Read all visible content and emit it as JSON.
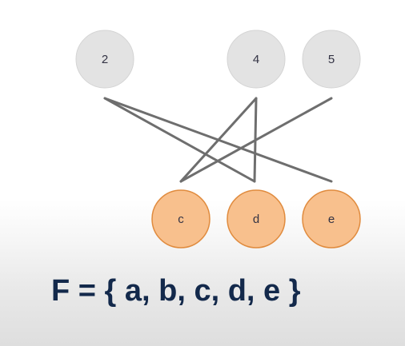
{
  "colors": {
    "top_node_fill": "#e3e3e3",
    "top_node_stroke": "#d4d4d4",
    "top_node_text": "#333344",
    "bottom_node_fill": "#f8c08d",
    "bottom_node_stroke": "#e08b3e",
    "bottom_node_text": "#333344",
    "edge": "#6e6e6e",
    "formula_text": "#13294b"
  },
  "diagram": {
    "top_nodes": [
      {
        "id": "n2",
        "label": "2"
      },
      {
        "id": "n4",
        "label": "4"
      },
      {
        "id": "n5",
        "label": "5"
      }
    ],
    "bottom_nodes": [
      {
        "id": "nc",
        "label": "c"
      },
      {
        "id": "nd",
        "label": "d"
      },
      {
        "id": "ne",
        "label": "e"
      }
    ],
    "edges": [
      {
        "from": "n2",
        "to": "nd"
      },
      {
        "from": "n2",
        "to": "ne"
      },
      {
        "from": "n4",
        "to": "nc"
      },
      {
        "from": "n4",
        "to": "nd"
      },
      {
        "from": "n5",
        "to": "nc"
      }
    ]
  },
  "formula": {
    "text": "F = { a, b, c, d, e }"
  }
}
